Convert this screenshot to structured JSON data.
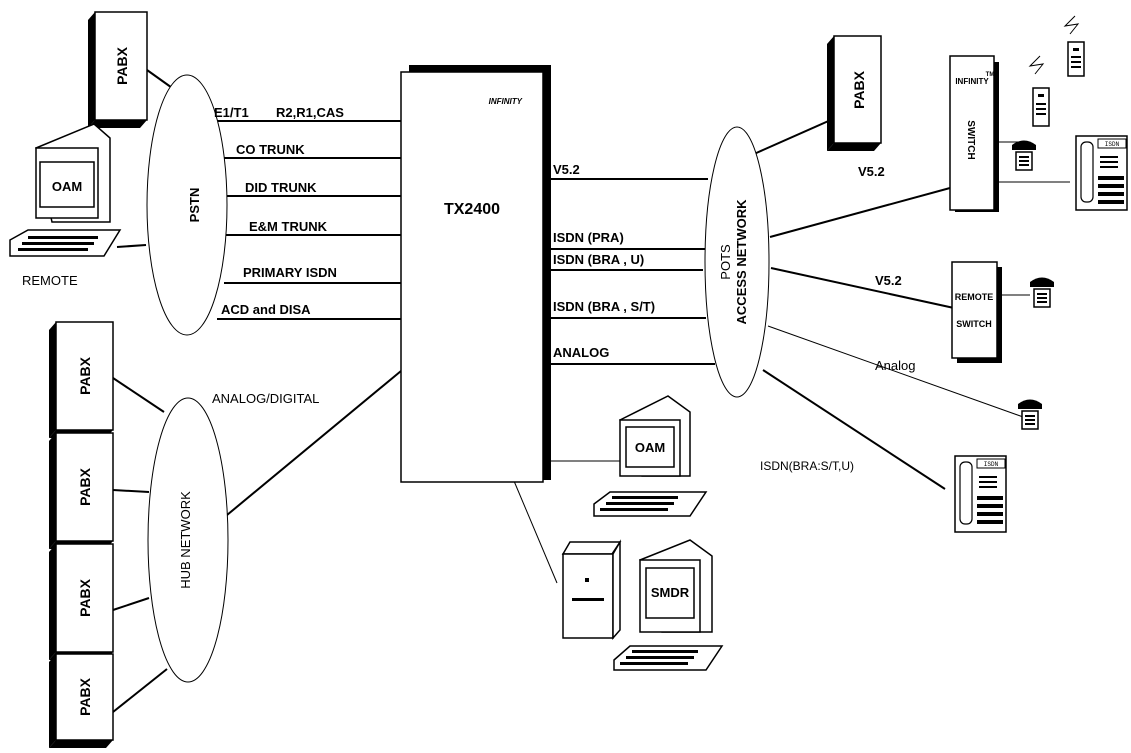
{
  "center": {
    "name": "TX2400",
    "brand": "INFINITY"
  },
  "left_links": [
    "E1/T1",
    "R2,R1,CAS",
    "CO TRUNK",
    "DID TRUNK",
    "E&M TRUNK",
    "PRIMARY ISDN",
    "ACD and DISA"
  ],
  "right_links": [
    "V5.2",
    "ISDN (PRA)",
    "ISDN (BRA , U)",
    "ISDN (BRA , S/T)",
    "ANALOG"
  ],
  "pstn": {
    "label": "PSTN"
  },
  "hub": {
    "label": "HUB NETWORK",
    "link": "ANALOG/DIGITAL"
  },
  "access": {
    "line1": "POTS",
    "line2": "ACCESS NETWORK"
  },
  "pabx_label": "PABX",
  "oam": "OAM",
  "smdr": "SMDR",
  "remote": "REMOTE",
  "switch": {
    "brand": "INFINITY",
    "tm": "TM",
    "label": "SWITCH"
  },
  "remote_switch": {
    "line1": "REMOTE",
    "line2": "SWITCH"
  },
  "links_right": {
    "v52_a": "V5.2",
    "v52_b": "V5.2",
    "analog": "Analog",
    "isdn": "ISDN(BRA:S/T,U)"
  },
  "isdn_phone": "ISDN"
}
